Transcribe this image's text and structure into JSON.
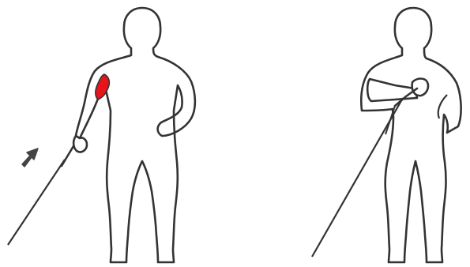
{
  "figure": {
    "panels": [
      {
        "id": "start-position",
        "highlighted_muscle": "biceps",
        "shows_direction_arrow": true
      },
      {
        "id": "end-position",
        "highlighted_muscle": null,
        "shows_direction_arrow": false
      }
    ],
    "colors": {
      "outline": "#333333",
      "muscle_highlight": "#e8141b",
      "background": "#ffffff"
    },
    "icons": [
      "arrow-up-right-icon",
      "cable-handle-icon"
    ]
  }
}
